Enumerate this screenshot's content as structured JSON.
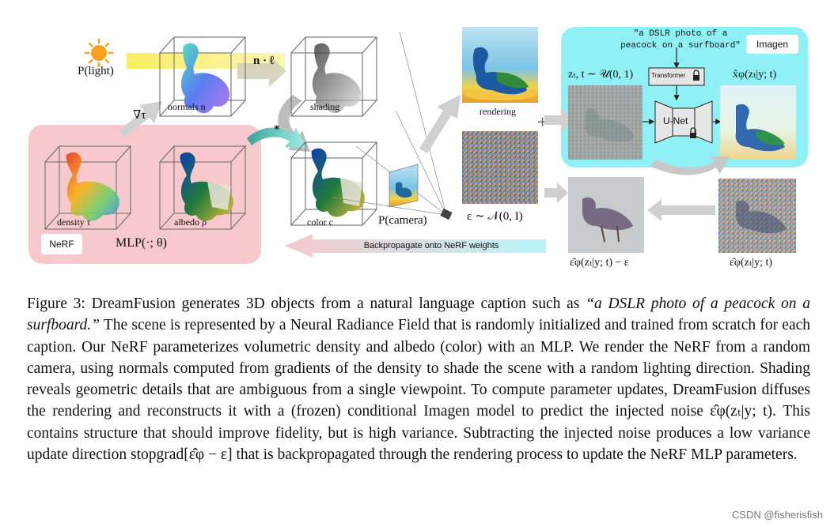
{
  "figure": {
    "light_label": "P(light)",
    "nabla_label": "∇τ",
    "normals_label": "normals n",
    "n_dot_l_label": "n · ℓ",
    "shading_label": "shading",
    "density_label": "density τ",
    "albedo_label": "albedo ρ",
    "color_label": "color c",
    "camera_label": "P(camera)",
    "nerf_tag": "NeRF",
    "mlp_label": "MLP(·; θ)",
    "star_label": "*",
    "rendering_label": "rendering",
    "plus_label": "+",
    "noise_label": "ε ∼ 𝒩(0, I)",
    "prompt_line1": "\"a DSLR photo of a",
    "prompt_line2": "peacock on a surfboard\"",
    "imagen_tag": "Imagen",
    "zt_label": "zₜ, t ∼ 𝒰(0, 1)",
    "transformer_label": "Transformer",
    "unet_label": "U-Net",
    "xhat_label": "x̂φ(zₜ|y; t)",
    "eps_diff_label": "ε̂φ(zₜ|y; t) − ε",
    "eps_hat_label": "ε̂φ(zₜ|y; t)",
    "backprop_label": "Backpropagate onto NeRF weights",
    "colors": {
      "nerf_panel": "#f7c9cc",
      "imagen_panel": "#8ff0f5",
      "arrow_gray": "#d0d0d0",
      "light_yellow": "#f7e34a",
      "sun": "#f6a21a"
    }
  },
  "caption": {
    "prefix": "Figure 3: DreamFusion generates 3D objects from a natural language caption such as ",
    "quote": "“a DSLR photo of a peacock on a surfboard.”",
    "body1": " The scene is represented by a Neural Radiance Field that is randomly initialized and trained from scratch for each caption. Our NeRF parameterizes volumetric density and albedo (color) with an MLP. We render the NeRF from a random camera, using normals computed from gradients of the density to shade the scene with a random lighting direction. Shading reveals geometric details that are ambiguous from a single viewpoint.  To compute parameter updates, DreamFusion diffuses the rendering and reconstructs it with a (frozen) conditional Imagen model to predict the injected noise ",
    "math1": "ε̂φ(zₜ|y; t)",
    "body2": ". This contains structure that should improve fidelity, but is high variance. Subtracting the injected noise produces a low variance update direction ",
    "math2": "stopgrad[ε̂φ − ε]",
    "body3": " that is backpropagated through the rendering process to update the NeRF MLP parameters."
  },
  "watermark": "CSDN @fisherisfish"
}
